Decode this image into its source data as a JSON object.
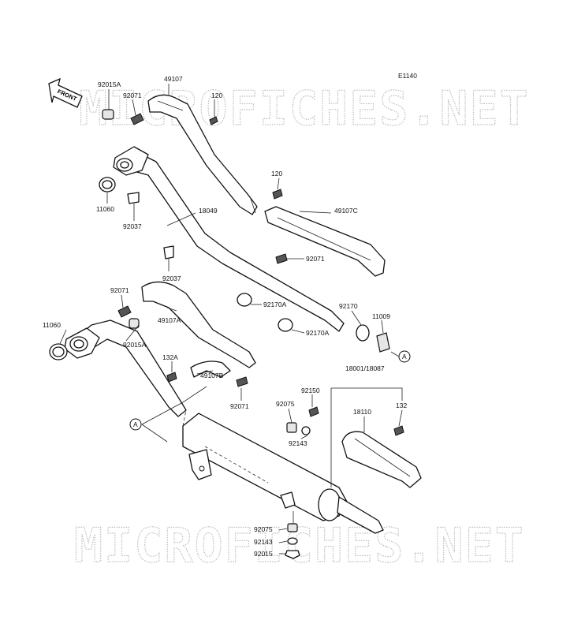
{
  "diagram": {
    "code": "E1140",
    "front_label": "FRONT",
    "watermark": "MICROFICHES.NET",
    "callouts": [
      {
        "id": "92015A-top",
        "text": "92015A"
      },
      {
        "id": "92071-top",
        "text": "92071"
      },
      {
        "id": "49107",
        "text": "49107"
      },
      {
        "id": "120-top",
        "text": "120"
      },
      {
        "id": "120-mid",
        "text": "120"
      },
      {
        "id": "11060-top",
        "text": "11060"
      },
      {
        "id": "92037-top",
        "text": "92037"
      },
      {
        "id": "18049",
        "text": "18049"
      },
      {
        "id": "49107C",
        "text": "49107C"
      },
      {
        "id": "92071-mid",
        "text": "92071"
      },
      {
        "id": "92037-mid",
        "text": "92037"
      },
      {
        "id": "92071-low",
        "text": "92071"
      },
      {
        "id": "92170A-a",
        "text": "92170A"
      },
      {
        "id": "92170",
        "text": "92170"
      },
      {
        "id": "11009",
        "text": "11009"
      },
      {
        "id": "11060-low",
        "text": "11060"
      },
      {
        "id": "49107A",
        "text": "49107A"
      },
      {
        "id": "92015A-low",
        "text": "92015A"
      },
      {
        "id": "92170A-b",
        "text": "92170A"
      },
      {
        "id": "A-right",
        "text": "A"
      },
      {
        "id": "132A",
        "text": "132A"
      },
      {
        "id": "18001",
        "text": "18001/18087"
      },
      {
        "id": "49107B",
        "text": "49107B"
      },
      {
        "id": "92071-b",
        "text": "92071"
      },
      {
        "id": "92150",
        "text": "92150"
      },
      {
        "id": "92075-a",
        "text": "92075"
      },
      {
        "id": "18110",
        "text": "18110"
      },
      {
        "id": "132",
        "text": "132"
      },
      {
        "id": "A-left",
        "text": "A"
      },
      {
        "id": "92143-a",
        "text": "92143"
      },
      {
        "id": "92075-b",
        "text": "92075"
      },
      {
        "id": "92143-b",
        "text": "92143"
      },
      {
        "id": "92015",
        "text": "92015"
      }
    ]
  }
}
